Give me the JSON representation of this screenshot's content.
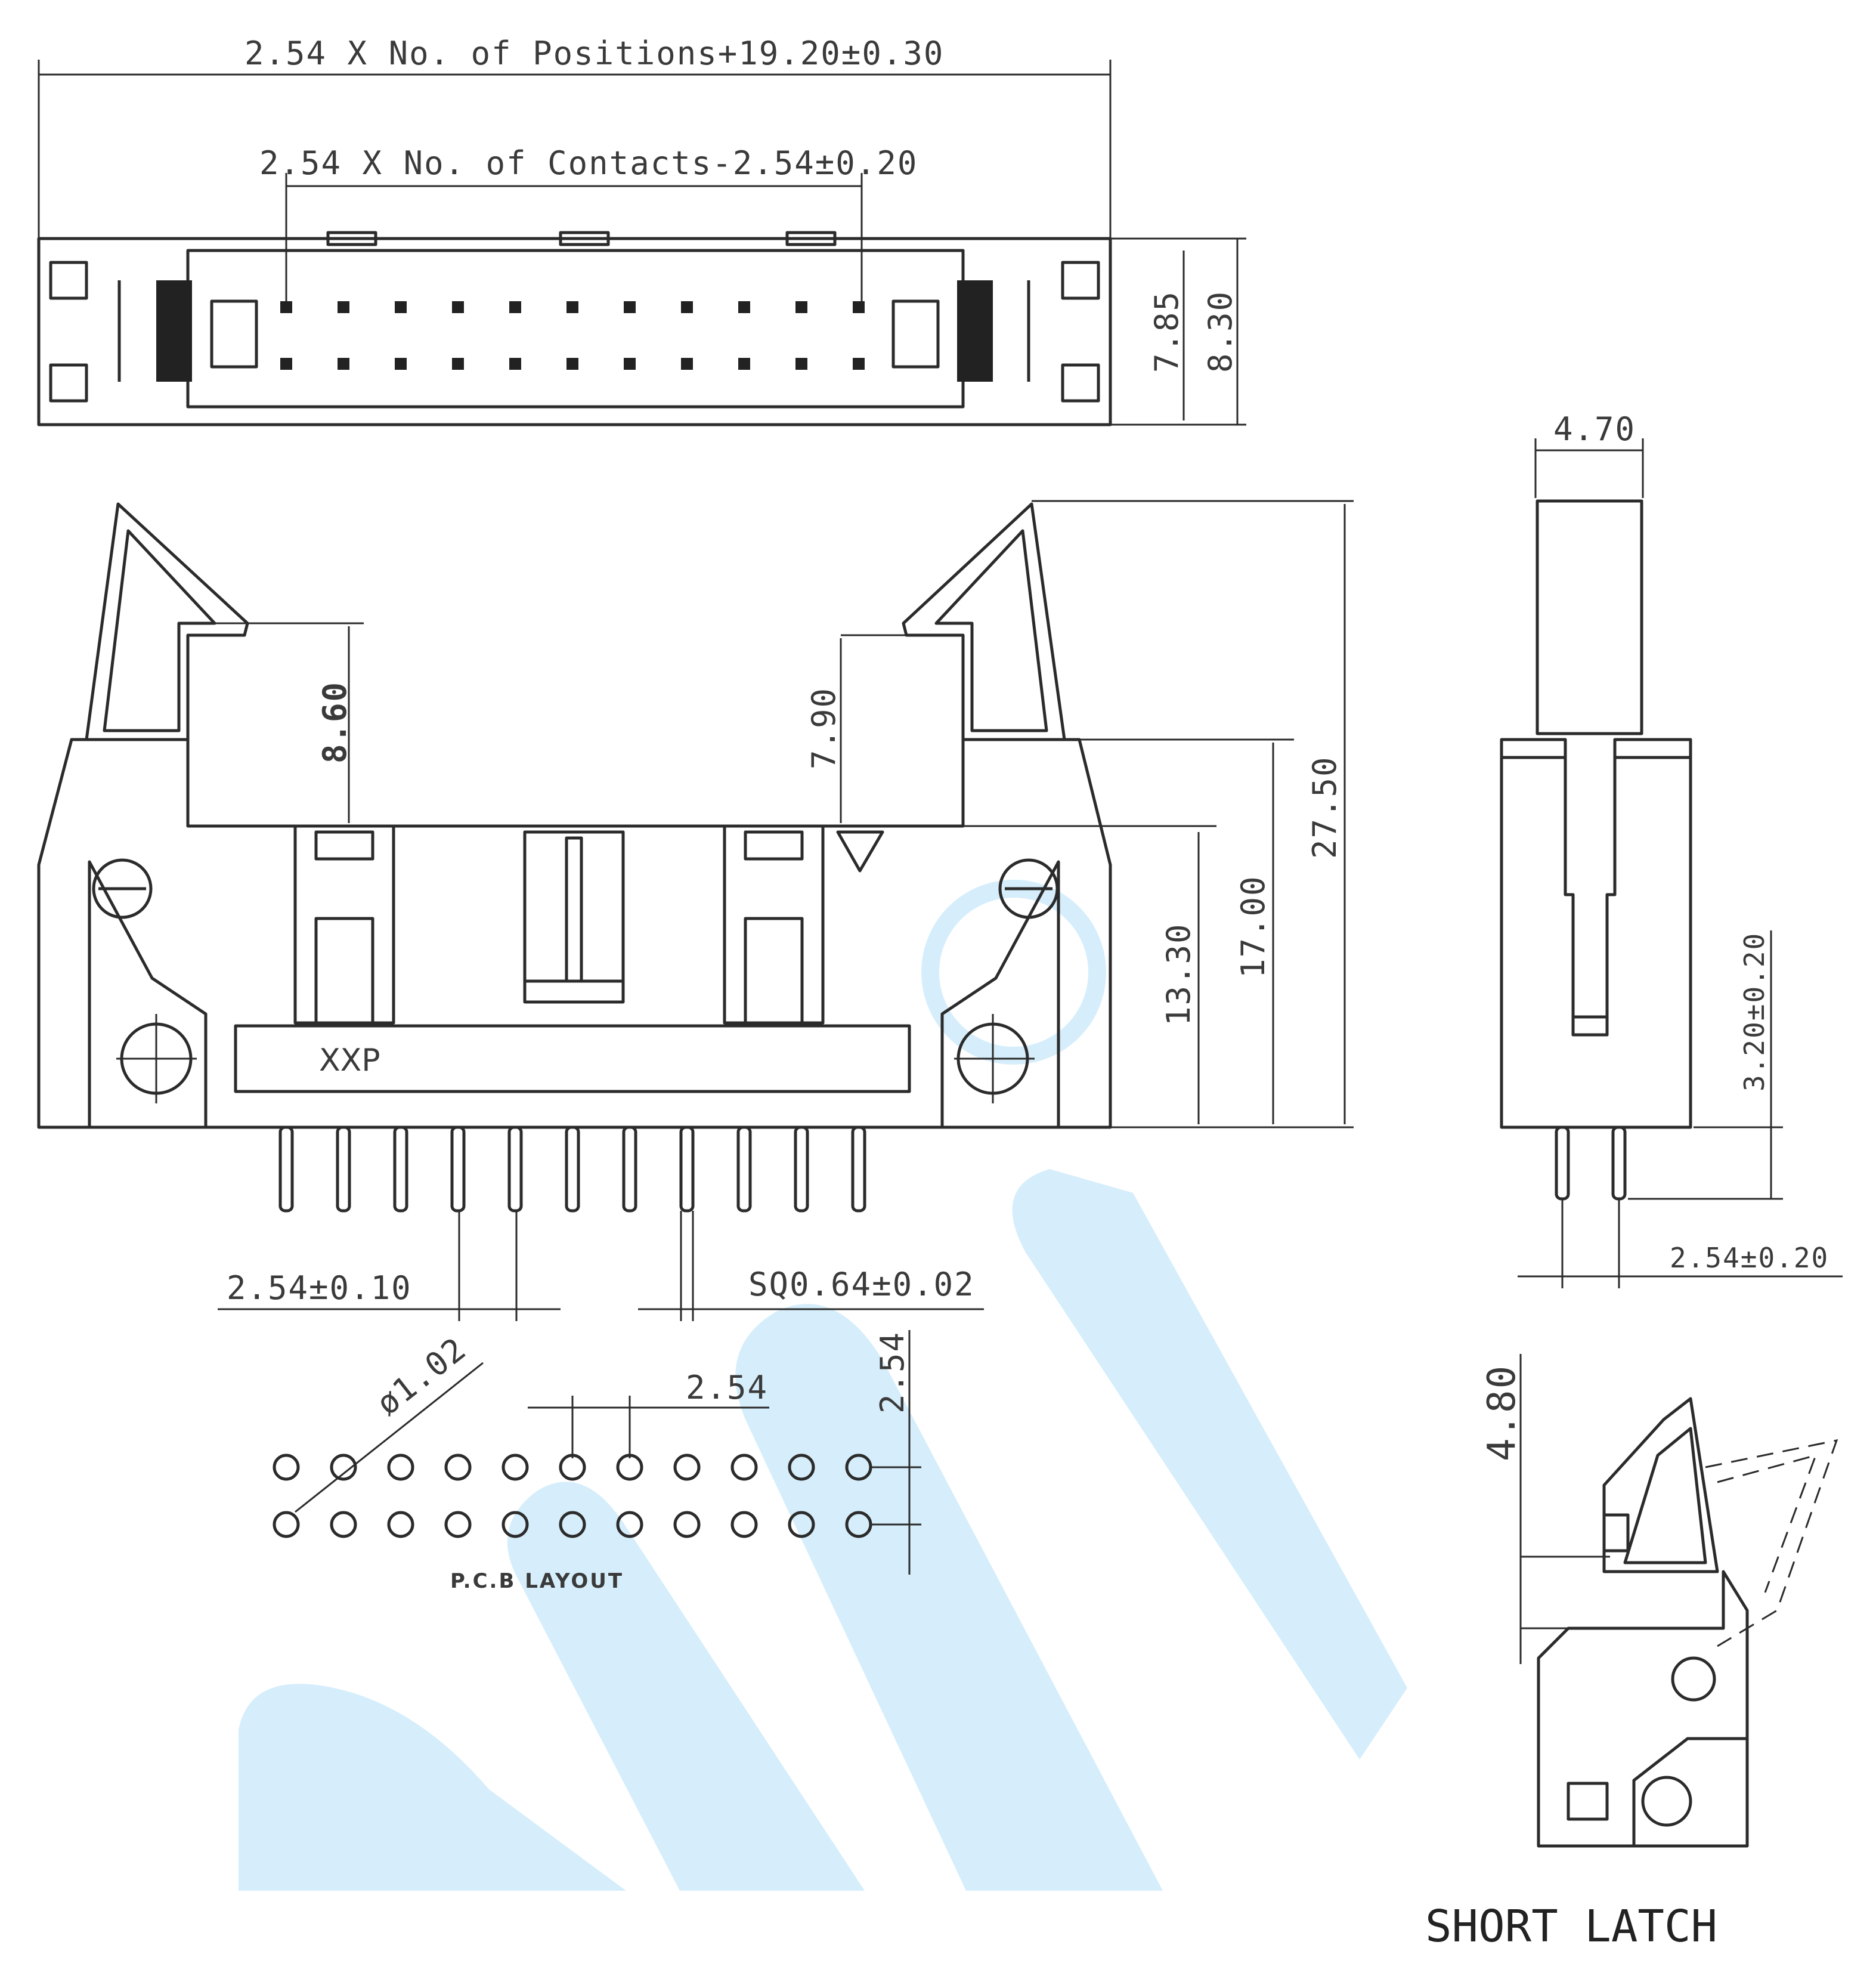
{
  "top_view": {
    "overall_dim": "2.54 X No. of Positions+19.20±0.30",
    "contact_dim": "2.54 X No. of Contacts-2.54±0.20",
    "height_inner": "7.85",
    "height_outer": "8.30"
  },
  "front_view": {
    "latch_depth": "8.60",
    "latch_gap": "7.90",
    "height_total": "27.50",
    "height_body": "17.00",
    "height_base": "13.30",
    "label": "XXP",
    "pitch": "2.54±0.10",
    "pin_square": "SQ0.64±0.02"
  },
  "pcb_layout": {
    "hole_dia": "ø1.02",
    "pitch_x": "2.54",
    "pitch_y": "2.54",
    "caption": "P.C.B LAYOUT"
  },
  "side_view": {
    "width": "4.70",
    "pin_length": "3.20±0.20",
    "row_pitch": "2.54±0.20"
  },
  "latch_view": {
    "height": "4.80",
    "caption": "SHORT LATCH"
  },
  "colors": {
    "line": "#2b2b2b",
    "watermark": "#d6eefb"
  }
}
